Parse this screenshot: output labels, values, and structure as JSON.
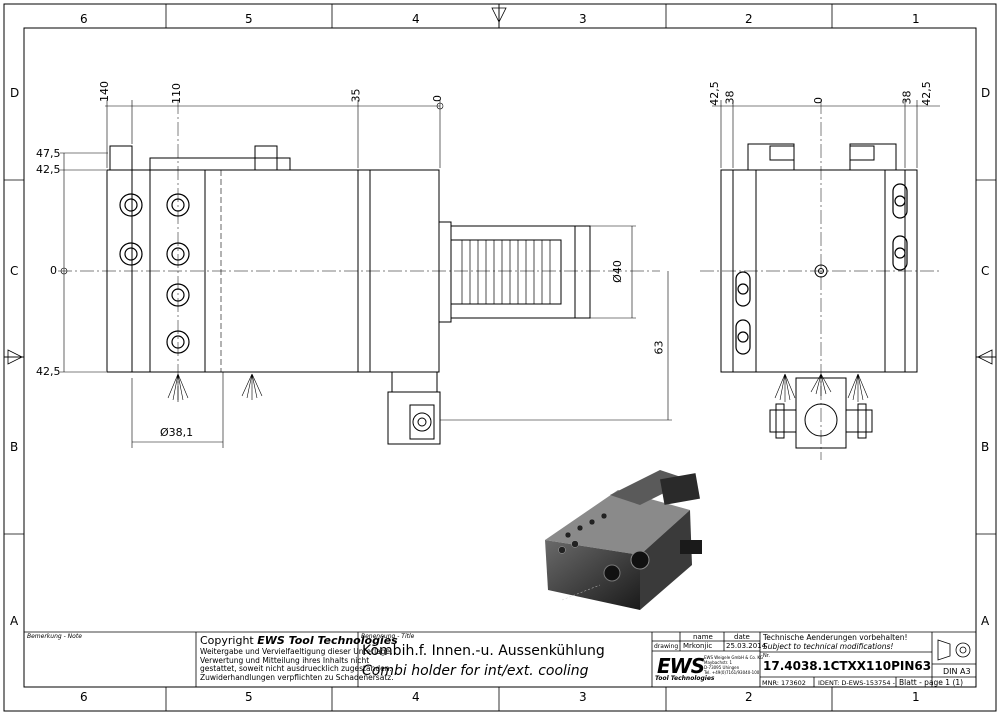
{
  "zones": {
    "columns": [
      "6",
      "5",
      "4",
      "3",
      "2",
      "1"
    ],
    "rows": [
      "D",
      "C",
      "B",
      "A"
    ]
  },
  "dimensions": {
    "front_top": [
      "140",
      "110",
      "35",
      "0"
    ],
    "front_left": [
      "47,5",
      "42,5",
      "0",
      "42,5"
    ],
    "diameter_38": "Ø38,1",
    "diameter_40": "Ø40",
    "height_63": "63",
    "side_top": [
      "42,5",
      "38",
      "0",
      "38",
      "42,5"
    ]
  },
  "title_block": {
    "remark_label": "Bemerkung - Note",
    "copyright_prefix": "Copyright ",
    "copyright_brand": "EWS Tool Technologies",
    "copyright_lines": [
      "Weitergabe und Vervielfaeltigung dieser Unterlage,",
      "Verwertung und Mitteilung ihres Inhalts nicht",
      "gestattet, soweit nicht ausdruecklich zugestanden.",
      "Zuwiderhandlungen verpflichten zu Schadenersatz."
    ],
    "title_label": "Benennung - Title",
    "title_de": "Kombih.f. Innen.-u. Aussenkühlung",
    "title_en": "Combi holder for int/ext. cooling",
    "col_name": "name",
    "col_date": "date",
    "row_drawing": "drawing",
    "drawer_name": "Mrkonjic",
    "drawer_date": "25.03.2014",
    "logo": "EWS",
    "logo_sub": "Tool Technologies",
    "company_lines": [
      "EWS Weigele GmbH & Co. KG",
      "Maybachstr. 1",
      "D-73095 Uhingen",
      "Tel. +49(0)7161/93040-100"
    ],
    "notice_de": "Technische Aenderungen vorbehalten!",
    "notice_en": "Subject to technical modifications!",
    "nr_label": "Nr.",
    "part_number": "17.4038.1CTXX110PIN63",
    "mnr": "MNR: 173602",
    "ident": "IDENT: D-EWS-153754 -",
    "sheet": "Blatt - page 1 (1)",
    "format": "DIN A3"
  }
}
